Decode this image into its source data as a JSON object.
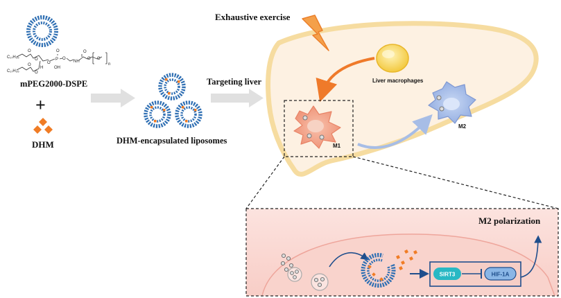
{
  "labels": {
    "lipid_name": "mPEG2000-DSPE",
    "plus": "+",
    "drug": "DHM",
    "liposomes": "DHM-encapsulated liposomes",
    "targeting": "Targeting liver",
    "exercise": "Exhaustive exercise",
    "liver_macrophages": "Liver macrophages",
    "m1": "M1",
    "m2": "M2",
    "m2_polarization": "M2 polarization",
    "sirt3": "SIRT3",
    "hif1a": "HIF-1A"
  },
  "formula": {
    "chain_top": "C₁₇H₃₅",
    "chain_bottom": "C₁₇H₃₅",
    "o": "O",
    "p": "P",
    "oh": "OH",
    "nh": "NH",
    "h": "H",
    "n": "n"
  },
  "colors": {
    "liver_fill": "#fdf1e2",
    "liver_stroke": "#f6dca0",
    "lipid_blue": "#2f6fb3",
    "drug_orange": "#f07c25",
    "m1_fill": "#f2a58c",
    "m2_fill": "#a9c0ea",
    "macrophage_yellow": "#f7d45a",
    "zoom_fill": "#fbd5cf",
    "sirt3_teal": "#28b8c4",
    "hif_blue": "#8ab6e6",
    "arrow_gray": "#d9d9d9",
    "dark_blue": "#1f4e8c"
  }
}
